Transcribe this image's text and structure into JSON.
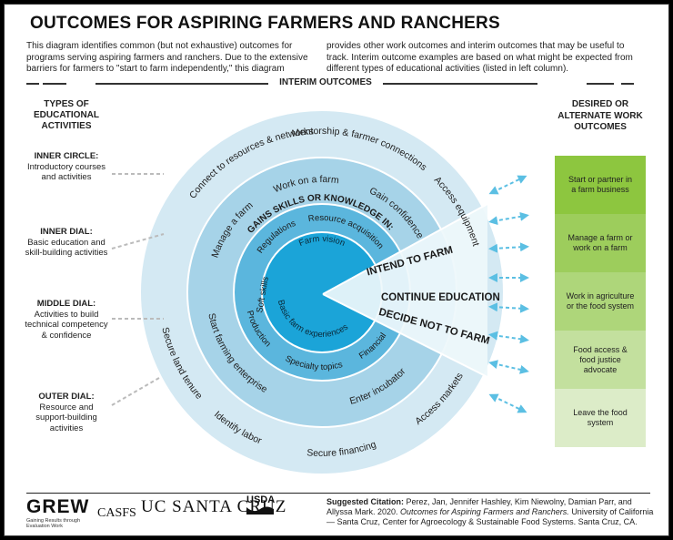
{
  "title": "OUTCOMES FOR ASPIRING FARMERS AND RANCHERS",
  "intro": {
    "left": "This diagram identifies common (but not exhaustive) outcomes for programs serving aspiring farmers and ranchers. Due to the extensive barriers for farmers to \"start to farm independently,\" this diagram",
    "right": "provides other work outcomes and interim outcomes that may be useful to track. Interim outcome examples are based on what might be expected from different types of educational activities (listed in left column)."
  },
  "interim_heading": "INTERIM OUTCOMES",
  "left_column": {
    "heading": "TYPES OF EDUCATIONAL ACTIVITIES",
    "items": [
      {
        "label": "INNER CIRCLE:",
        "text": "Introductory courses and activities"
      },
      {
        "label": "INNER DIAL:",
        "text": "Basic education and skill-building activities"
      },
      {
        "label": "MIDDLE DIAL:",
        "text": "Activities to build technical competency & confidence"
      },
      {
        "label": "OUTER DIAL:",
        "text": "Resource and support-building activities"
      }
    ]
  },
  "right_column": {
    "heading": "DESIRED OR ALTERNATE WORK OUTCOMES",
    "items": [
      {
        "text": "Start or partner in a farm business",
        "color": "#8dc63f"
      },
      {
        "text": "Manage a farm or work on a farm",
        "color": "#9dcd5c"
      },
      {
        "text": "Work in agriculture or the food system",
        "color": "#aed67a"
      },
      {
        "text": "Food access & food justice advocate",
        "color": "#c3e09e"
      },
      {
        "text": "Leave the food system",
        "color": "#dcecc8"
      }
    ]
  },
  "wheel": {
    "center_label": "GAINS SKILLS OR KNOWLEDGE IN:",
    "inner_circle": [
      "Farm vision",
      "Basic farm experiences"
    ],
    "inner_dial": [
      "Regulations",
      "Resource acquisition",
      "Soft skills",
      "Production",
      "Specialty topics",
      "Financial"
    ],
    "middle_dial": [
      "Work on a farm",
      "Gain confidence",
      "Manage a farm",
      "Start farming enterprise",
      "Enter incubator"
    ],
    "outer_dial": [
      "Mentorship & farmer connections",
      "Access equipment",
      "Connect to resources & networks",
      "Secure land tenure",
      "Identify labor",
      "Secure financing",
      "Access markets"
    ],
    "paths": [
      "INTEND TO FARM",
      "CONTINUE EDUCATION",
      "DECIDE NOT TO FARM"
    ],
    "colors": {
      "outer": "#d4e9f3",
      "middle": "#a6d3e8",
      "inner": "#5bb6dd",
      "center": "#1ba4d8",
      "arrow": "#5bbfe3"
    }
  },
  "footer": {
    "logos": [
      "GREW",
      "Gaining Results through Evaluation Work",
      "CASFS",
      "UC SANTA CRUZ",
      "USDA"
    ],
    "citation_label": "Suggested Citation:",
    "citation_text": "Perez, Jan, Jennifer Hashley, Kim Niewolny, Damian Parr, and Allyssa Mark. 2020.",
    "citation_italic": "Outcomes for Aspiring Farmers and Ranchers.",
    "citation_tail": "University of California— Santa Cruz, Center for Agroecology & Sustainable Food Systems. Santa Cruz, CA."
  }
}
